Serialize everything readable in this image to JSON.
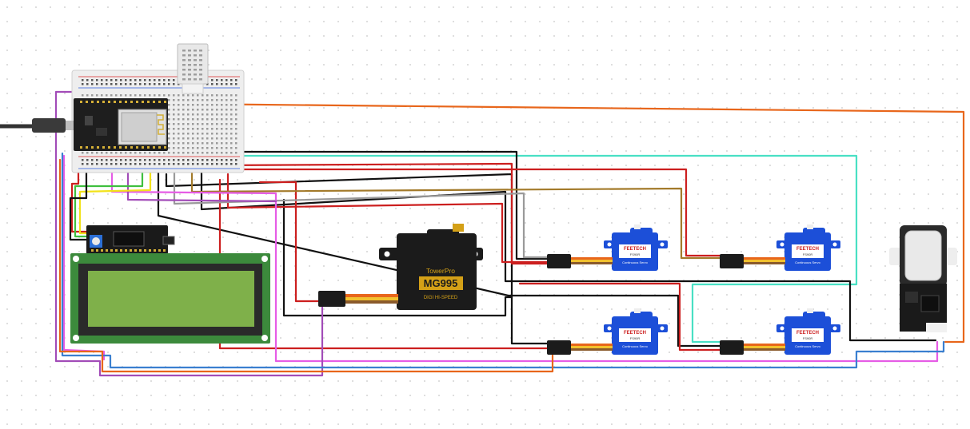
{
  "components": {
    "servo_big": {
      "brand": "TowerPro",
      "model": "MG995",
      "caption": "DIGI HI-SPEED"
    },
    "servo_small": {
      "brand": "FEETECH",
      "model": "FS90R",
      "spec": "Continuous Servo"
    }
  },
  "colors": {
    "red": "#cc1f1f",
    "black": "#111111",
    "orange": "#e8661b",
    "blue": "#3a7fd0",
    "pink": "#e65ce6",
    "purple": "#a24cb8",
    "yellow": "#f2e21a",
    "green": "#3fbf3f",
    "teal": "#49e0c4",
    "gray": "#9a9a9a",
    "brown": "#a37a2a",
    "servo_blue": "#1c4fd8",
    "servo_black": "#1b1b1b",
    "lcd_green": "#7fb04a",
    "pcb_green": "#3c8a3c"
  }
}
